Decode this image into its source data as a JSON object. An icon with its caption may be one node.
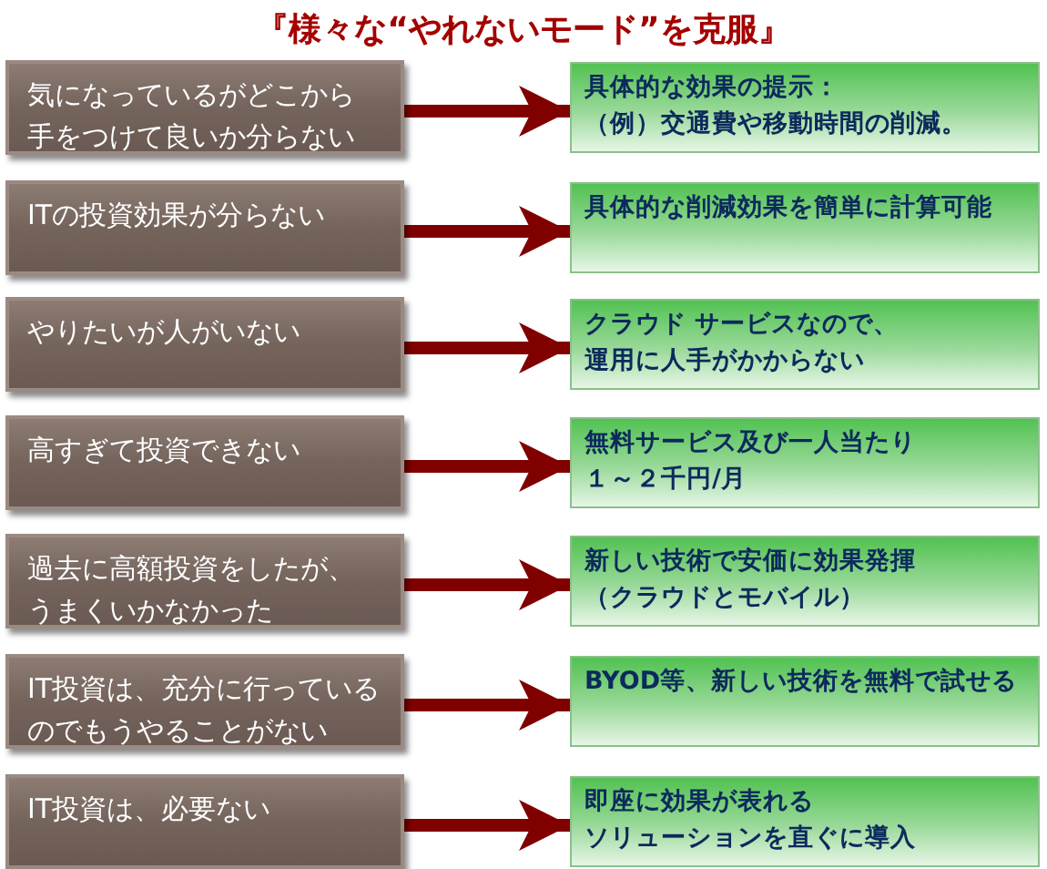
{
  "diagram": {
    "title": "『様々な“やれないモード”を克服』",
    "nodes": [
      {
        "text": [
          "気になっているがどこから手をつけて良いか分らない"
        ]
      },
      {
        "text": [
          "具体的な効果の提示：（例）交通費や移動時間の削減。"
        ]
      },
      {
        "text": [
          "ITの投資効果が分らない"
        ]
      },
      {
        "text": [
          "具体的な削減効果を簡単に計算可能"
        ]
      },
      {
        "text": [
          "やりたいが人がいない"
        ]
      },
      {
        "text": [
          "クラウド サービスなので、運用に人手がかからない"
        ]
      },
      {
        "text": [
          "高すぎて投資できない"
        ]
      },
      {
        "text": [
          "無料サービス及び一人当たり１～２千円/月"
        ]
      },
      {
        "text": [
          "過去に高額投資をしたが、うまくいかなかった"
        ]
      },
      {
        "text": [
          "新しい技術で安価に効果発揮（クラウドとモバイル）"
        ]
      },
      {
        "text": [
          "IT投資は、充分に行っているのでもうやることがない"
        ]
      },
      {
        "text": [
          "BYOD等、新しい技術を無料で試せる"
        ]
      },
      {
        "text": [
          "IT投資は、必要ない"
        ]
      },
      {
        "text": [
          "即座に効果が表れるソリューションを直ぐに導入"
        ]
      }
    ],
    "edges": [
      {
        "from": 0,
        "to": 1,
        "arrow": "to"
      },
      {
        "from": 2,
        "to": 3,
        "arrow": "to"
      },
      {
        "from": 4,
        "to": 5,
        "arrow": "to"
      },
      {
        "from": 6,
        "to": 7,
        "arrow": "to"
      },
      {
        "from": 8,
        "to": 9,
        "arrow": "to"
      },
      {
        "from": 10,
        "to": 11,
        "arrow": "to"
      },
      {
        "from": 12,
        "to": 13,
        "arrow": "to"
      }
    ]
  }
}
